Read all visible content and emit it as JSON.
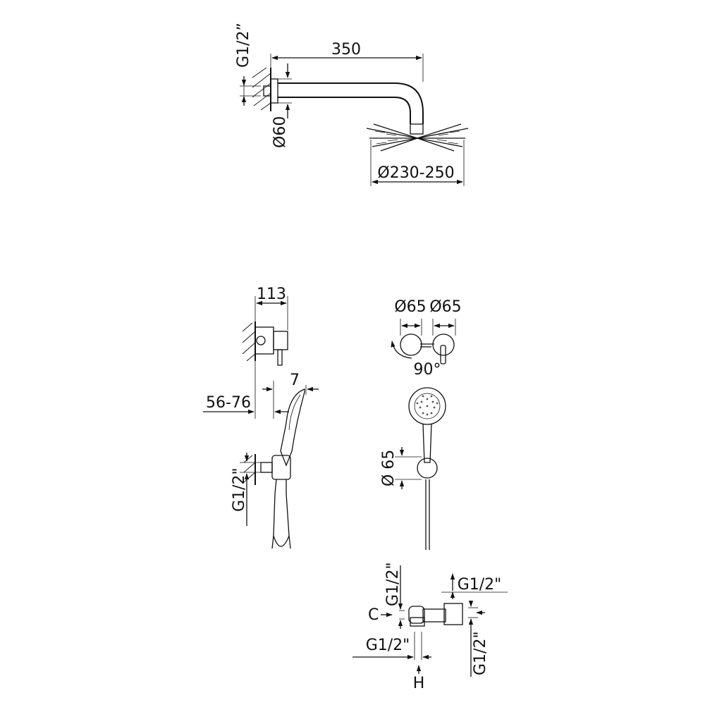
{
  "labels": {
    "arm_length": "350",
    "wall_thread": "G1/2”",
    "flange_diameter": "Ø60",
    "head_diameter": "Ø230-250",
    "mixer_depth": "113",
    "outlet_offset": "7",
    "wall_depth": "56-76",
    "outlet_thread_side": "G1/2\"",
    "rosette_diameter_left": "Ø65",
    "rosette_diameter_right": "Ø65",
    "rotation_angle": "90°",
    "holder_diameter": "Ø 65",
    "inlet_thread_top": "G1/2\"",
    "outlet_thread_top": "G1/2\"",
    "inlet_thread_bottom": "G1/2\"",
    "outlet_thread_right": "G1/2\"",
    "cold_marker": "C",
    "hot_marker": "H"
  }
}
